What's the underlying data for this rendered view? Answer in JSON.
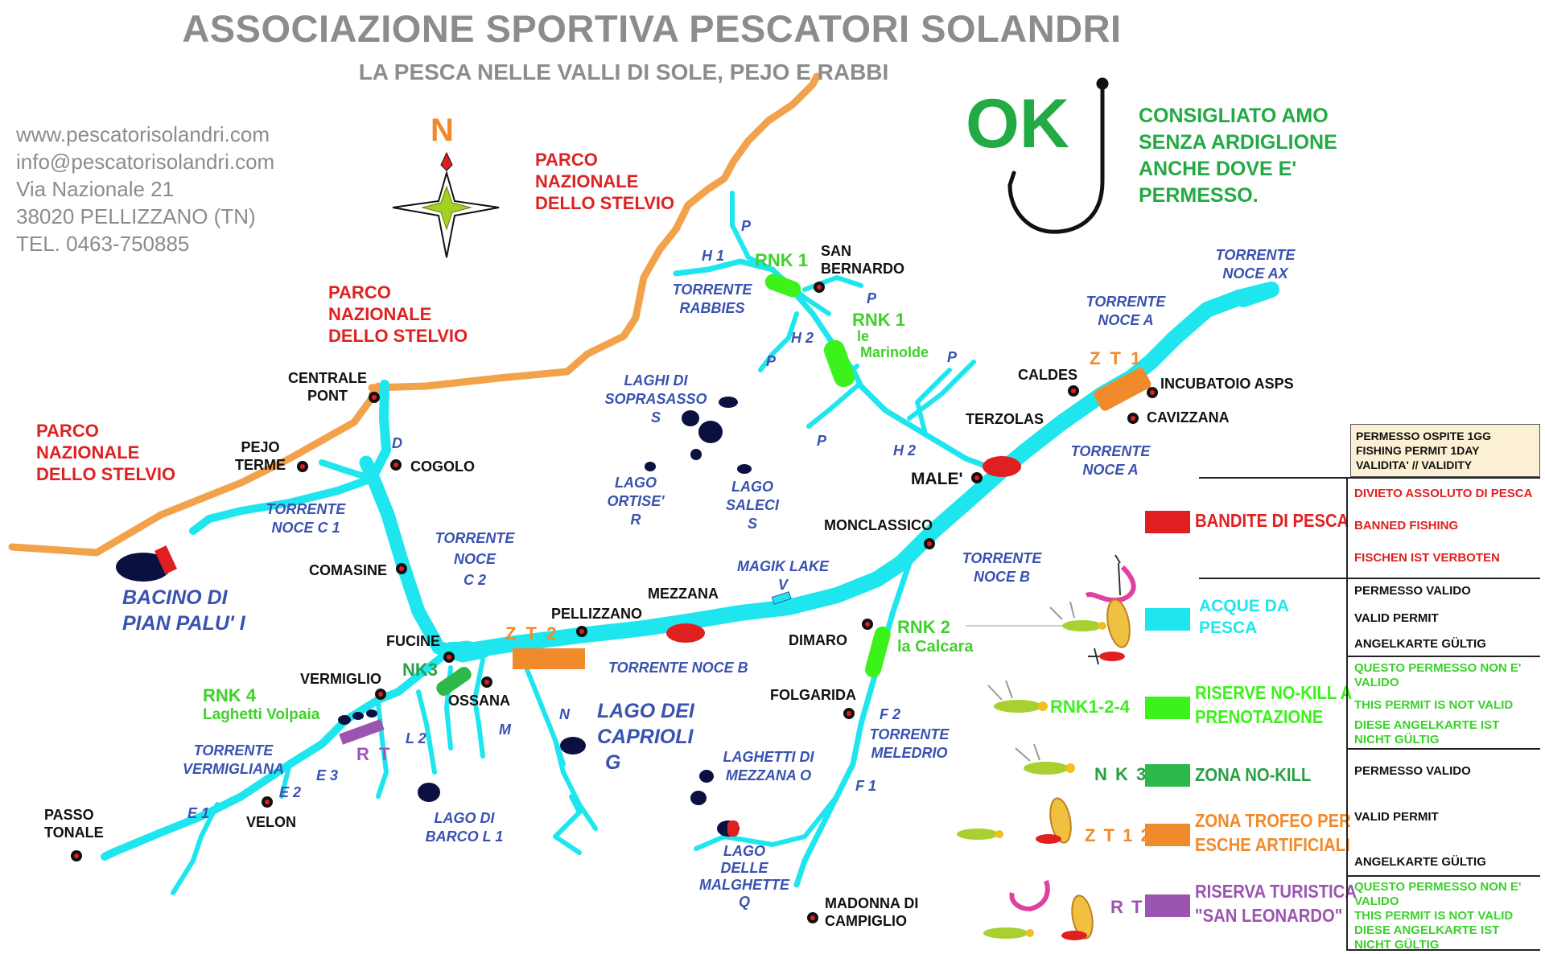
{
  "header": {
    "title": "ASSOCIAZIONE SPORTIVA PESCATORI SOLANDRI",
    "subtitle": "LA PESCA NELLE VALLI DI SOLE, PEJO E RABBI"
  },
  "contact": {
    "website": "www.pescatorisolandri.com",
    "email": "info@pescatorisolandri.com",
    "street": "Via Nazionale 21",
    "city": "38020 PELLIZZANO (TN)",
    "phone": "TEL. 0463-750885"
  },
  "compass": {
    "north_label": "N"
  },
  "ok_note": {
    "ok": "OK",
    "line1": "CONSIGLIATO AMO",
    "line2": "SENZA ARDIGLIONE",
    "line3": "ANCHE DOVE E'",
    "line4": "PERMESSO."
  },
  "parks": {
    "park_east_1": "PARCO",
    "park_east_2": "NAZIONALE",
    "park_east_3": "DELLO STELVIO",
    "park_mid_1": "PARCO",
    "park_mid_2": "NAZIONALE",
    "park_mid_3": "DELLO STELVIO",
    "park_west_1": "PARCO",
    "park_west_2": "NAZIONALE",
    "park_west_3": "DELLO STELVIO"
  },
  "towns": {
    "centrale_pont_1": "CENTRALE",
    "centrale_pont_2": "PONT",
    "pejo_terme_1": "PEJO",
    "pejo_terme_2": "TERME",
    "cogolo": "COGOLO",
    "comasine": "COMASINE",
    "fucine": "FUCINE",
    "ossana": "OSSANA",
    "vermiglio": "VERMIGLIO",
    "velon": "VELON",
    "passo_tonale_1": "PASSO",
    "passo_tonale_2": "TONALE",
    "pellizzano": "PELLIZZANO",
    "mezzana": "MEZZANA",
    "dimaro": "DIMARO",
    "folgarida": "FOLGARIDA",
    "monclassico": "MONCLASSICO",
    "male": "MALE'",
    "terzolas": "TERZOLAS",
    "caldes": "CALDES",
    "incubatoio": "INCUBATOIO ASPS",
    "cavizzana": "CAVIZZANA",
    "san_bernardo_1": "SAN",
    "san_bernardo_2": "BERNARDO",
    "madonna_1": "MADONNA DI",
    "madonna_2": "CAMPIGLIO"
  },
  "waters": {
    "bacino_1": "BACINO DI",
    "bacino_2": "PIAN PALU' I",
    "noce_c1_1": "TORRENTE",
    "noce_c1_2": "NOCE  C 1",
    "noce_c2_1": "TORRENTE",
    "noce_c2_2": "NOCE",
    "noce_c2_3": "C 2",
    "d": "D",
    "vermigliana_1": "TORRENTE",
    "vermigliana_2": "VERMIGLIANA",
    "e1": "E 1",
    "e2": "E 2",
    "e3": "E 3",
    "l2": "L 2",
    "m": "M",
    "n": "N",
    "barco_1": "LAGO DI",
    "barco_2": "BARCO  L 1",
    "caprioli_1": "LAGO DEI",
    "caprioli_2": "CAPRIOLI",
    "caprioli_3": "G",
    "noce_b_low": "TORRENTE   NOCE  B",
    "magik_1": "MAGIK LAKE",
    "magik_2": "V",
    "laghetti_mezzana_1": "LAGHETTI DI",
    "laghetti_mezzana_2": "MEZZANA  O",
    "malghette_1": "LAGO",
    "malghette_2": "DELLE",
    "malghette_3": "MALGHETTE",
    "malghette_4": "Q",
    "meledrio_1": "TORRENTE",
    "meledrio_2": "MELEDRIO",
    "f1": "F 1",
    "f2": "F 2",
    "noce_b_up_1": "TORRENTE",
    "noce_b_up_2": "NOCE  B",
    "noce_a_low_1": "TORRENTE",
    "noce_a_low_2": "NOCE   A",
    "noce_a_up_1": "TORRENTE",
    "noce_a_up_2": "NOCE   A",
    "noce_ax_1": "TORRENTE",
    "noce_ax_2": "NOCE   AX",
    "soprasasso_1": "LAGHI DI",
    "soprasasso_2": "SOPRASASSO",
    "soprasasso_3": "S",
    "ortise_1": "LAGO",
    "ortise_2": "ORTISE'",
    "ortise_3": "R",
    "saleci_1": "LAGO",
    "saleci_2": "SALECI",
    "saleci_3": "S",
    "rabbies_1": "TORRENTE",
    "rabbies_2": "RABBIES",
    "h1": "H 1",
    "h2_a": "H 2",
    "h2_b": "H 2",
    "p1": "P",
    "p2": "P",
    "p3": "P",
    "p4": "P",
    "p5": "P"
  },
  "zones": {
    "rnk1_top": "RNK 1",
    "rnk1_mar_1": "RNK 1",
    "rnk1_mar_2": "le",
    "rnk1_mar_3": "Marinolde",
    "rnk2_1": "RNK 2",
    "rnk2_2": "la Calcara",
    "rnk4_1": "RNK 4",
    "rnk4_2": "Laghetti Volpaia",
    "nk3": "NK3",
    "zt1": "Z T 1",
    "zt2": "Z T 2",
    "rt": "R T"
  },
  "legend": {
    "bandite": "BANDITE DI PESCA",
    "acque_1": "ACQUE DA",
    "acque_2": "PESCA",
    "riserve_code": "RNK1-2-4",
    "riserve_1": "RISERVE NO-KILL A",
    "riserve_2": "PRENOTAZIONE",
    "nk3_code": "N K 3",
    "nokill": "ZONA NO-KILL",
    "zt_code": "Z T 1 2",
    "trofeo_1": "ZONA TROFEO PER",
    "trofeo_2": "ESCHE ARTIFICIALI",
    "rt_code": "R T",
    "turistica_1": "RISERVA TURISTICA",
    "turistica_2": "\"SAN LEONARDO\""
  },
  "permit": {
    "header_1": "PERMESSO  OSPITE  1GG",
    "header_2": "FISHING  PERMIT 1DAY",
    "header_3": "VALIDITA'  //  VALIDITY",
    "ban_it": "DIVIETO ASSOLUTO DI PESCA",
    "ban_en": "BANNED FISHING",
    "ban_de": "FISCHEN IST VERBOTEN",
    "ok1_it": "PERMESSO VALIDO",
    "ok1_en": "VALID PERMIT",
    "ok1_de": "ANGELKARTE GÜLTIG",
    "no1_it_1": "QUESTO PERMESSO NON E'",
    "no1_it_2": "VALIDO",
    "no1_en": "THIS PERMIT IS NOT VALID",
    "no1_de_1": "DIESE ANGELKARTE IST",
    "no1_de_2": "NICHT GÜLTIG",
    "ok2_it": "PERMESSO VALIDO",
    "ok2_en": "VALID PERMIT",
    "ok2_de": "ANGELKARTE GÜLTIG",
    "no2_it_1": "QUESTO PERMESSO NON E'",
    "no2_it_2": "VALIDO",
    "no2_en": "THIS PERMIT IS NOT VALID",
    "no2_de_1": "DIESE ANGELKARTE IST",
    "no2_de_2": "NICHT GÜLTIG"
  },
  "colors": {
    "river": "#1fe6ee",
    "road": "#f2a24a",
    "ban": "#e02020",
    "green_zone": "#3bf21a",
    "nokill_zone": "#2db84a",
    "trophy_zone": "#f08a2a",
    "tourist_zone": "#9b55b0",
    "lake": "#0a1040"
  }
}
